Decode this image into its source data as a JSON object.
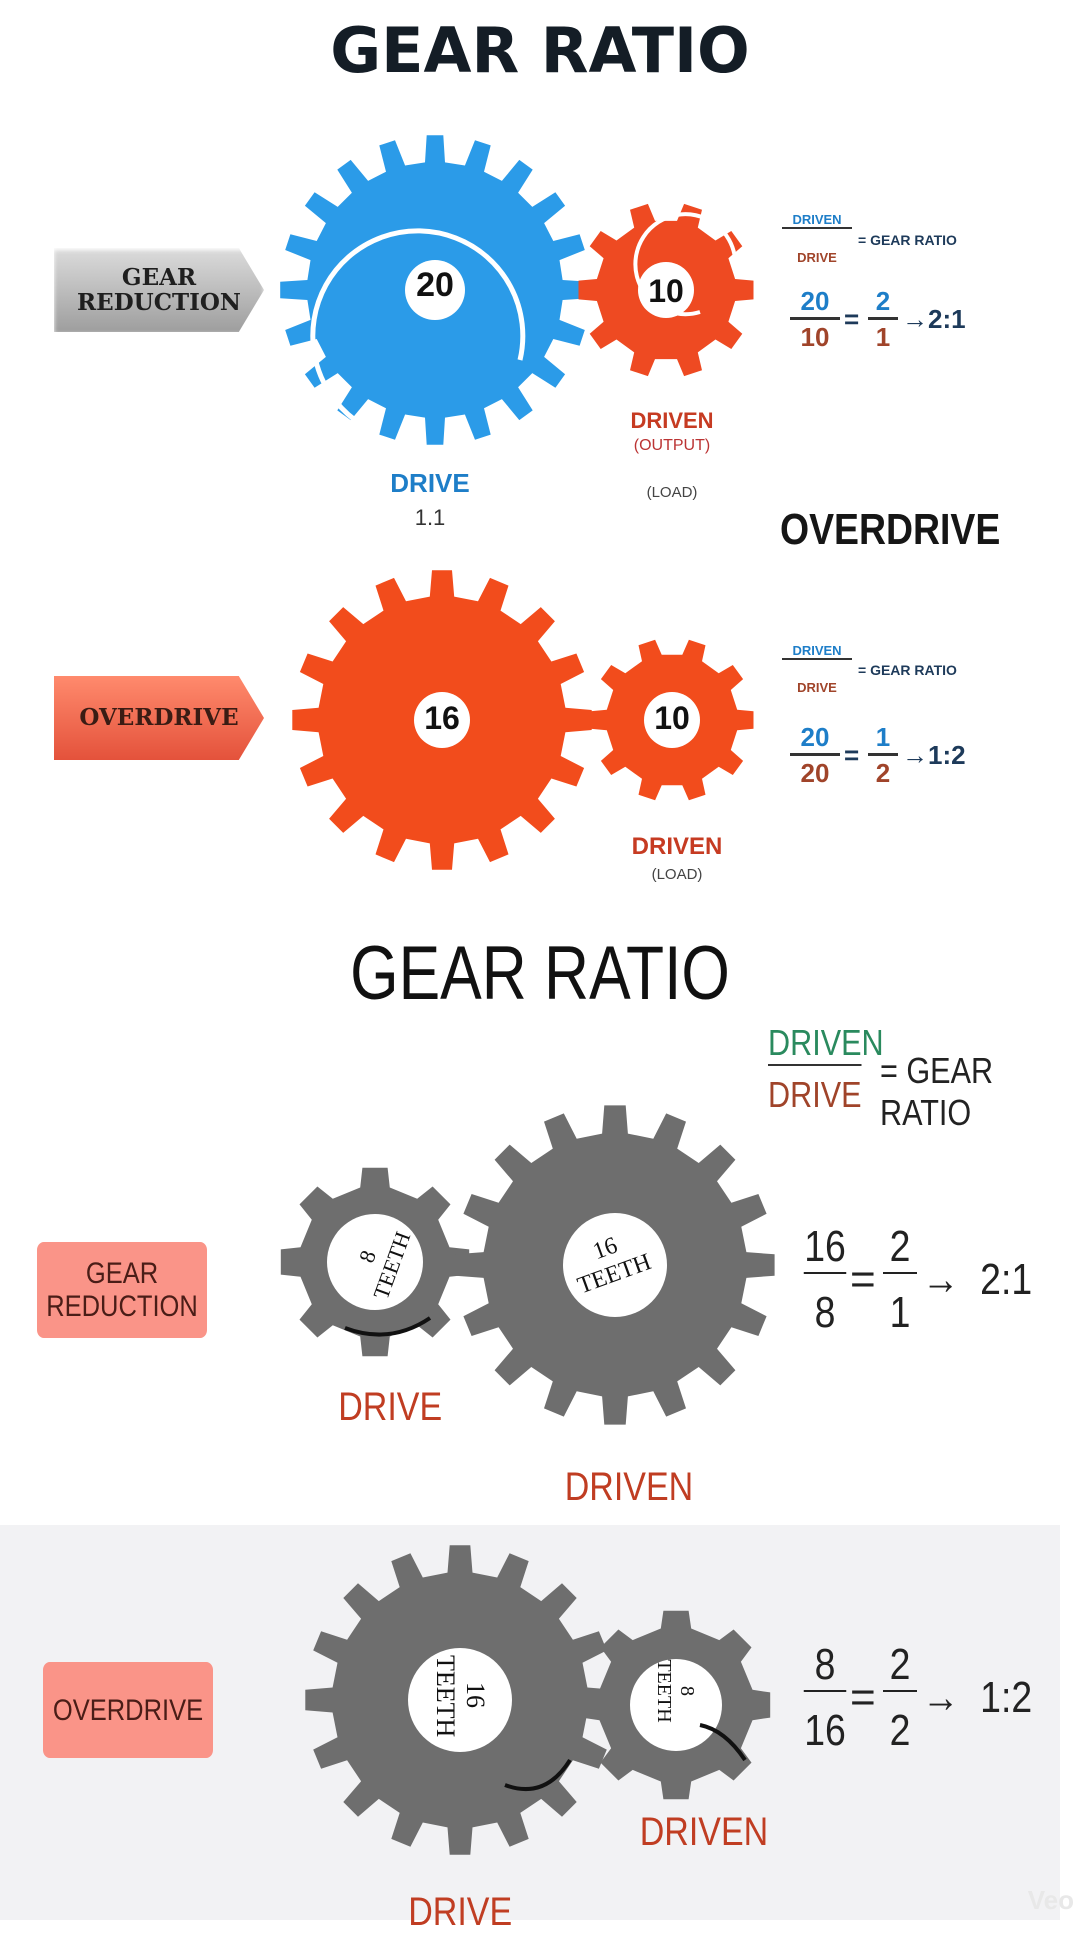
{
  "title_top": "GEAR RATIO",
  "title_mid": "GEAR RATIO",
  "overdrive_heading": "OVERDRIVE",
  "section1": {
    "tag": "GEAR\nREDUCTION",
    "drive_teeth": "20",
    "driven_teeth": "10",
    "drive_label": "DRIVE",
    "drive_sub": "1.1",
    "driven_label": "DRIVEN",
    "driven_sub": "(OUTPUT)",
    "driven_sub2": "(LOAD)",
    "formula_num": "DRIVEN",
    "formula_den": "DRIVE",
    "formula_eq": "= GEAR RATIO",
    "calc_num": "20",
    "calc_den": "10",
    "simp_num": "2",
    "simp_den": "1",
    "result": "→2:1",
    "colors": {
      "drive": "#2b9be8",
      "driven": "#ee4a22"
    }
  },
  "section2": {
    "tag": "OVERDRIVE",
    "drive_teeth": "16",
    "driven_teeth": "10",
    "driven_label": "DRIVEN",
    "driven_sub": "(LOAD)",
    "formula_num": "DRIVEN",
    "formula_den": "DRIVE",
    "formula_eq": "= GEAR RATIO",
    "calc_num": "20",
    "calc_den": "20",
    "simp_num": "1",
    "simp_den": "2",
    "result": "→1:2",
    "colors": {
      "drive": "#f24c1c",
      "driven": "#f24c1c"
    }
  },
  "section3": {
    "formula_num": "DRIVEN",
    "formula_den": "DRIVE",
    "formula_eq": "= GEAR RATIO",
    "tag": "GEAR\nREDUCTION",
    "drive_gear_text": "8\nTEETH",
    "driven_gear_text": "16\nTEETH",
    "drive_label": "DRIVE",
    "driven_label": "DRIVEN",
    "calc_num": "16",
    "calc_den": "8",
    "simp_num": "2",
    "simp_den": "1",
    "result": "→  2:1",
    "colors": {
      "gear": "#6e6e6e"
    }
  },
  "section4": {
    "tag": "OVERDRIVE",
    "drive_gear_text": "16\nTEETH",
    "driven_gear_text": "8\nTEETH",
    "driven_label": "DRIVEN",
    "drive_label": "DRIVE",
    "calc_num": "8",
    "calc_den": "16",
    "simp_num": "2",
    "simp_den": "2",
    "result": "→  1:2",
    "colors": {
      "gear": "#6e6e6e"
    }
  },
  "watermark": "Veo"
}
